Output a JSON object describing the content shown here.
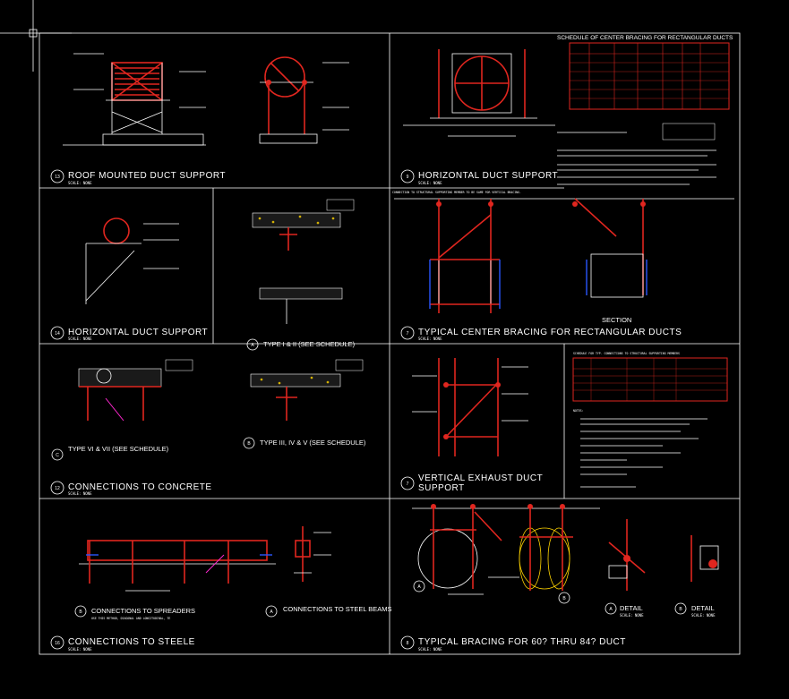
{
  "sheet": {
    "colors": {
      "red": "#e0261f",
      "white": "#ffffff",
      "yellow": "#ffd400",
      "blue": "#2a55ff",
      "magenta": "#ff28d0",
      "background": "#000000"
    }
  },
  "details": {
    "d1": {
      "num": "13",
      "title": "ROOF MOUNTED DUCT SUPPORT",
      "scale": "SCALE: NONE"
    },
    "d2": {
      "num": "9",
      "title": "HORIZONTAL DUCT SUPPORT",
      "scale": "SCALE: NONE"
    },
    "d3": {
      "num": "14",
      "title": "HORIZONTAL DUCT SUPPORT",
      "scale": "SCALE: NONE"
    },
    "d4": {
      "num": "7",
      "title": "TYPICAL CENTER BRACING FOR RECTANGULAR DUCTS",
      "scale": "SCALE: NONE"
    },
    "d5": {
      "num": "12",
      "title": "CONNECTIONS TO CONCRETE",
      "scale": "SCALE: NONE"
    },
    "d6": {
      "num": "7",
      "title": "VERTICAL EXHAUST DUCT",
      "title2": "SUPPORT",
      "scale": "SCALE: NONE"
    },
    "d7": {
      "num": "16",
      "title": "CONNECTIONS TO STEELE",
      "scale": "SCALE: NONE"
    },
    "d8": {
      "num": "8",
      "title": "TYPICAL BRACING FOR 60? THRU 84? DUCT",
      "scale": "SCALE: NONE"
    }
  },
  "subdetails": {
    "type12": {
      "mark": "A",
      "title": "TYPE I & II (SEE SCHEDULE)"
    },
    "type67": {
      "mark": "C",
      "title": "TYPE VI & VII (SEE SCHEDULE)"
    },
    "type345": {
      "mark": "B",
      "title": "TYPE III, IV & V (SEE SCHEDULE)"
    },
    "spreaders": {
      "mark": "B",
      "title": "CONNECTIONS TO SPREADERS",
      "note": "USE THIS METHOD, DIAGONAL AND LONGITUDINAL, TE"
    },
    "steelbeams": {
      "mark": "A",
      "title": "CONNECTIONS TO STEEL BEAMS"
    },
    "detailA": {
      "mark": "A",
      "title": "DETAIL",
      "scale": "SCALE: NONE"
    },
    "detailB": {
      "mark": "B",
      "title": "DETAIL",
      "scale": "SCALE: NONE"
    }
  },
  "labels": {
    "section": "SECTION",
    "schedule_title": "SCHEDULE OF CENTER BRACING FOR RECTANGULAR DUCTS",
    "schedule2_title": "SCHEDULE FOR TYP. CONNECTIONS TO STRUCTURAL SUPPORTING MEMBERS",
    "notes_head": "NOTES:",
    "connection_note": "CONNECTION TO STRUCTURAL SUPPORTING MEMBER TO BE SAME FOR VERTICAL BRACING."
  }
}
